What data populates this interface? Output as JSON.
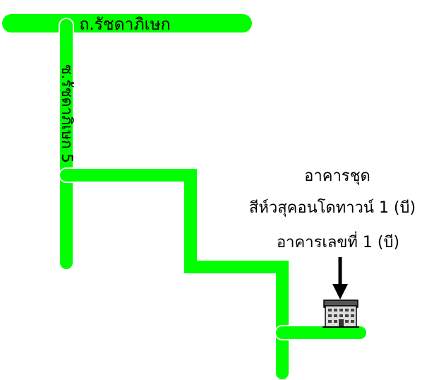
{
  "map": {
    "road_color": "#00ff00",
    "road_edge_color": "#ffffff",
    "text_color": "#000000",
    "main_road_label": "ถ.รัชดาภิเษก",
    "soi_label": "ซ.รัชดาภิเษก 5",
    "building": {
      "name_line1": "อาคารชุด",
      "name_line2": "สีห์วสุคอนโดทาวน์ 1 (บี)",
      "name_line3": "อาคารเลขที่ 1 (บี)",
      "icon": "apartment-building-icon",
      "pointer_icon": "arrow-down-icon"
    }
  }
}
